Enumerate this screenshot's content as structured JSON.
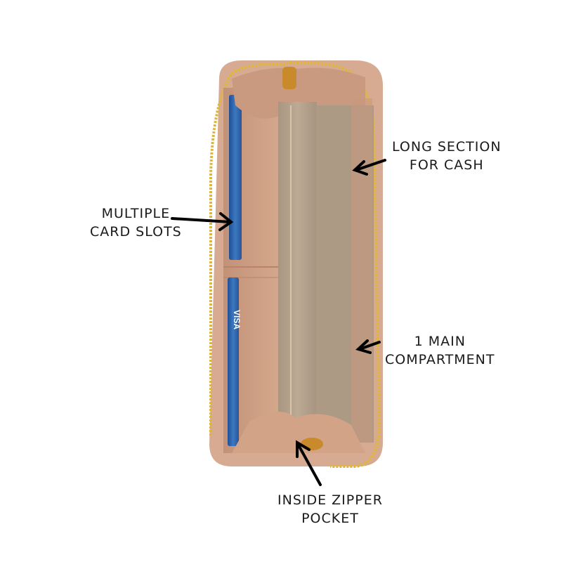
{
  "callouts": {
    "long_section": {
      "line1": "LONG SECTION",
      "line2": "FOR CASH"
    },
    "card_slots": {
      "line1": "MULTIPLE",
      "line2": "CARD SLOTS"
    },
    "main_compartment": {
      "line1": "1 MAIN",
      "line2": "COMPARTMENT"
    },
    "zipper_pocket": {
      "line1": "INSIDE ZIPPER",
      "line2": "POCKET"
    }
  },
  "card_brand": "VISA",
  "colors": {
    "background": "#ffffff",
    "leather_outer": "#d7ab91",
    "leather_inner": "#c99a7f",
    "lining": "#b8a48d",
    "zipper": "#e0b63a",
    "card_blue": "#2f63a8",
    "text": "#1a1a1a"
  }
}
